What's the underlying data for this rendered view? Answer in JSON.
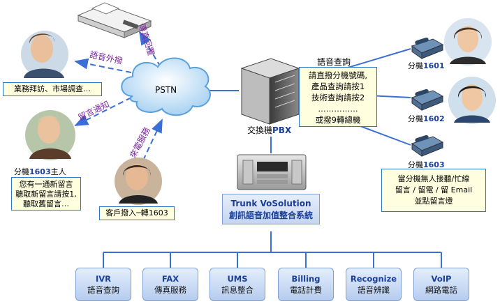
{
  "cloud_label": "PSTN",
  "arrow_labels": {
    "fax_reply": "傳真回覆",
    "voice_outbound": "語音外撥",
    "message_notify": "留言通知",
    "incoming_service": "來電服務"
  },
  "left": {
    "sales_box": "業務拜訪、市場調查…",
    "owner_label_ext": "分機",
    "owner_label_num": "1603",
    "owner_label_suffix": "主人",
    "owner_box": [
      "您有一通新留言",
      "聽取新留言請按1,",
      "聽取舊留言…"
    ],
    "customer_box": "客戶撥入─轉1603"
  },
  "center": {
    "pbx_label_zh": "交換機",
    "pbx_label_en": "PBX",
    "ivr_title": "語音查詢",
    "ivr_box": [
      "請直撥分機號碼,",
      "產品查詢請按1",
      "技術查詢請按2",
      "……………",
      "或撥9轉總機"
    ],
    "solution_box": [
      "Trunk VoSolution",
      "創訊語音加值整合系統"
    ]
  },
  "extensions": [
    {
      "prefix": "分機",
      "number": "1601"
    },
    {
      "prefix": "分機",
      "number": "1602"
    },
    {
      "prefix": "分機",
      "number": "1603"
    }
  ],
  "voicemail_box": [
    "當分機無人接聽/忙線",
    "留言 / 留電 / 留 Email",
    "並點留言燈"
  ],
  "services": [
    {
      "en": "IVR",
      "zh": "語音查詢"
    },
    {
      "en": "FAX",
      "zh": "傳真服務"
    },
    {
      "en": "UMS",
      "zh": "訊息整合"
    },
    {
      "en": "Billing",
      "zh": "電話計費"
    },
    {
      "en": "Recognize",
      "zh": "語音辨識"
    },
    {
      "en": "VoIP",
      "zh": "網路電話"
    }
  ]
}
